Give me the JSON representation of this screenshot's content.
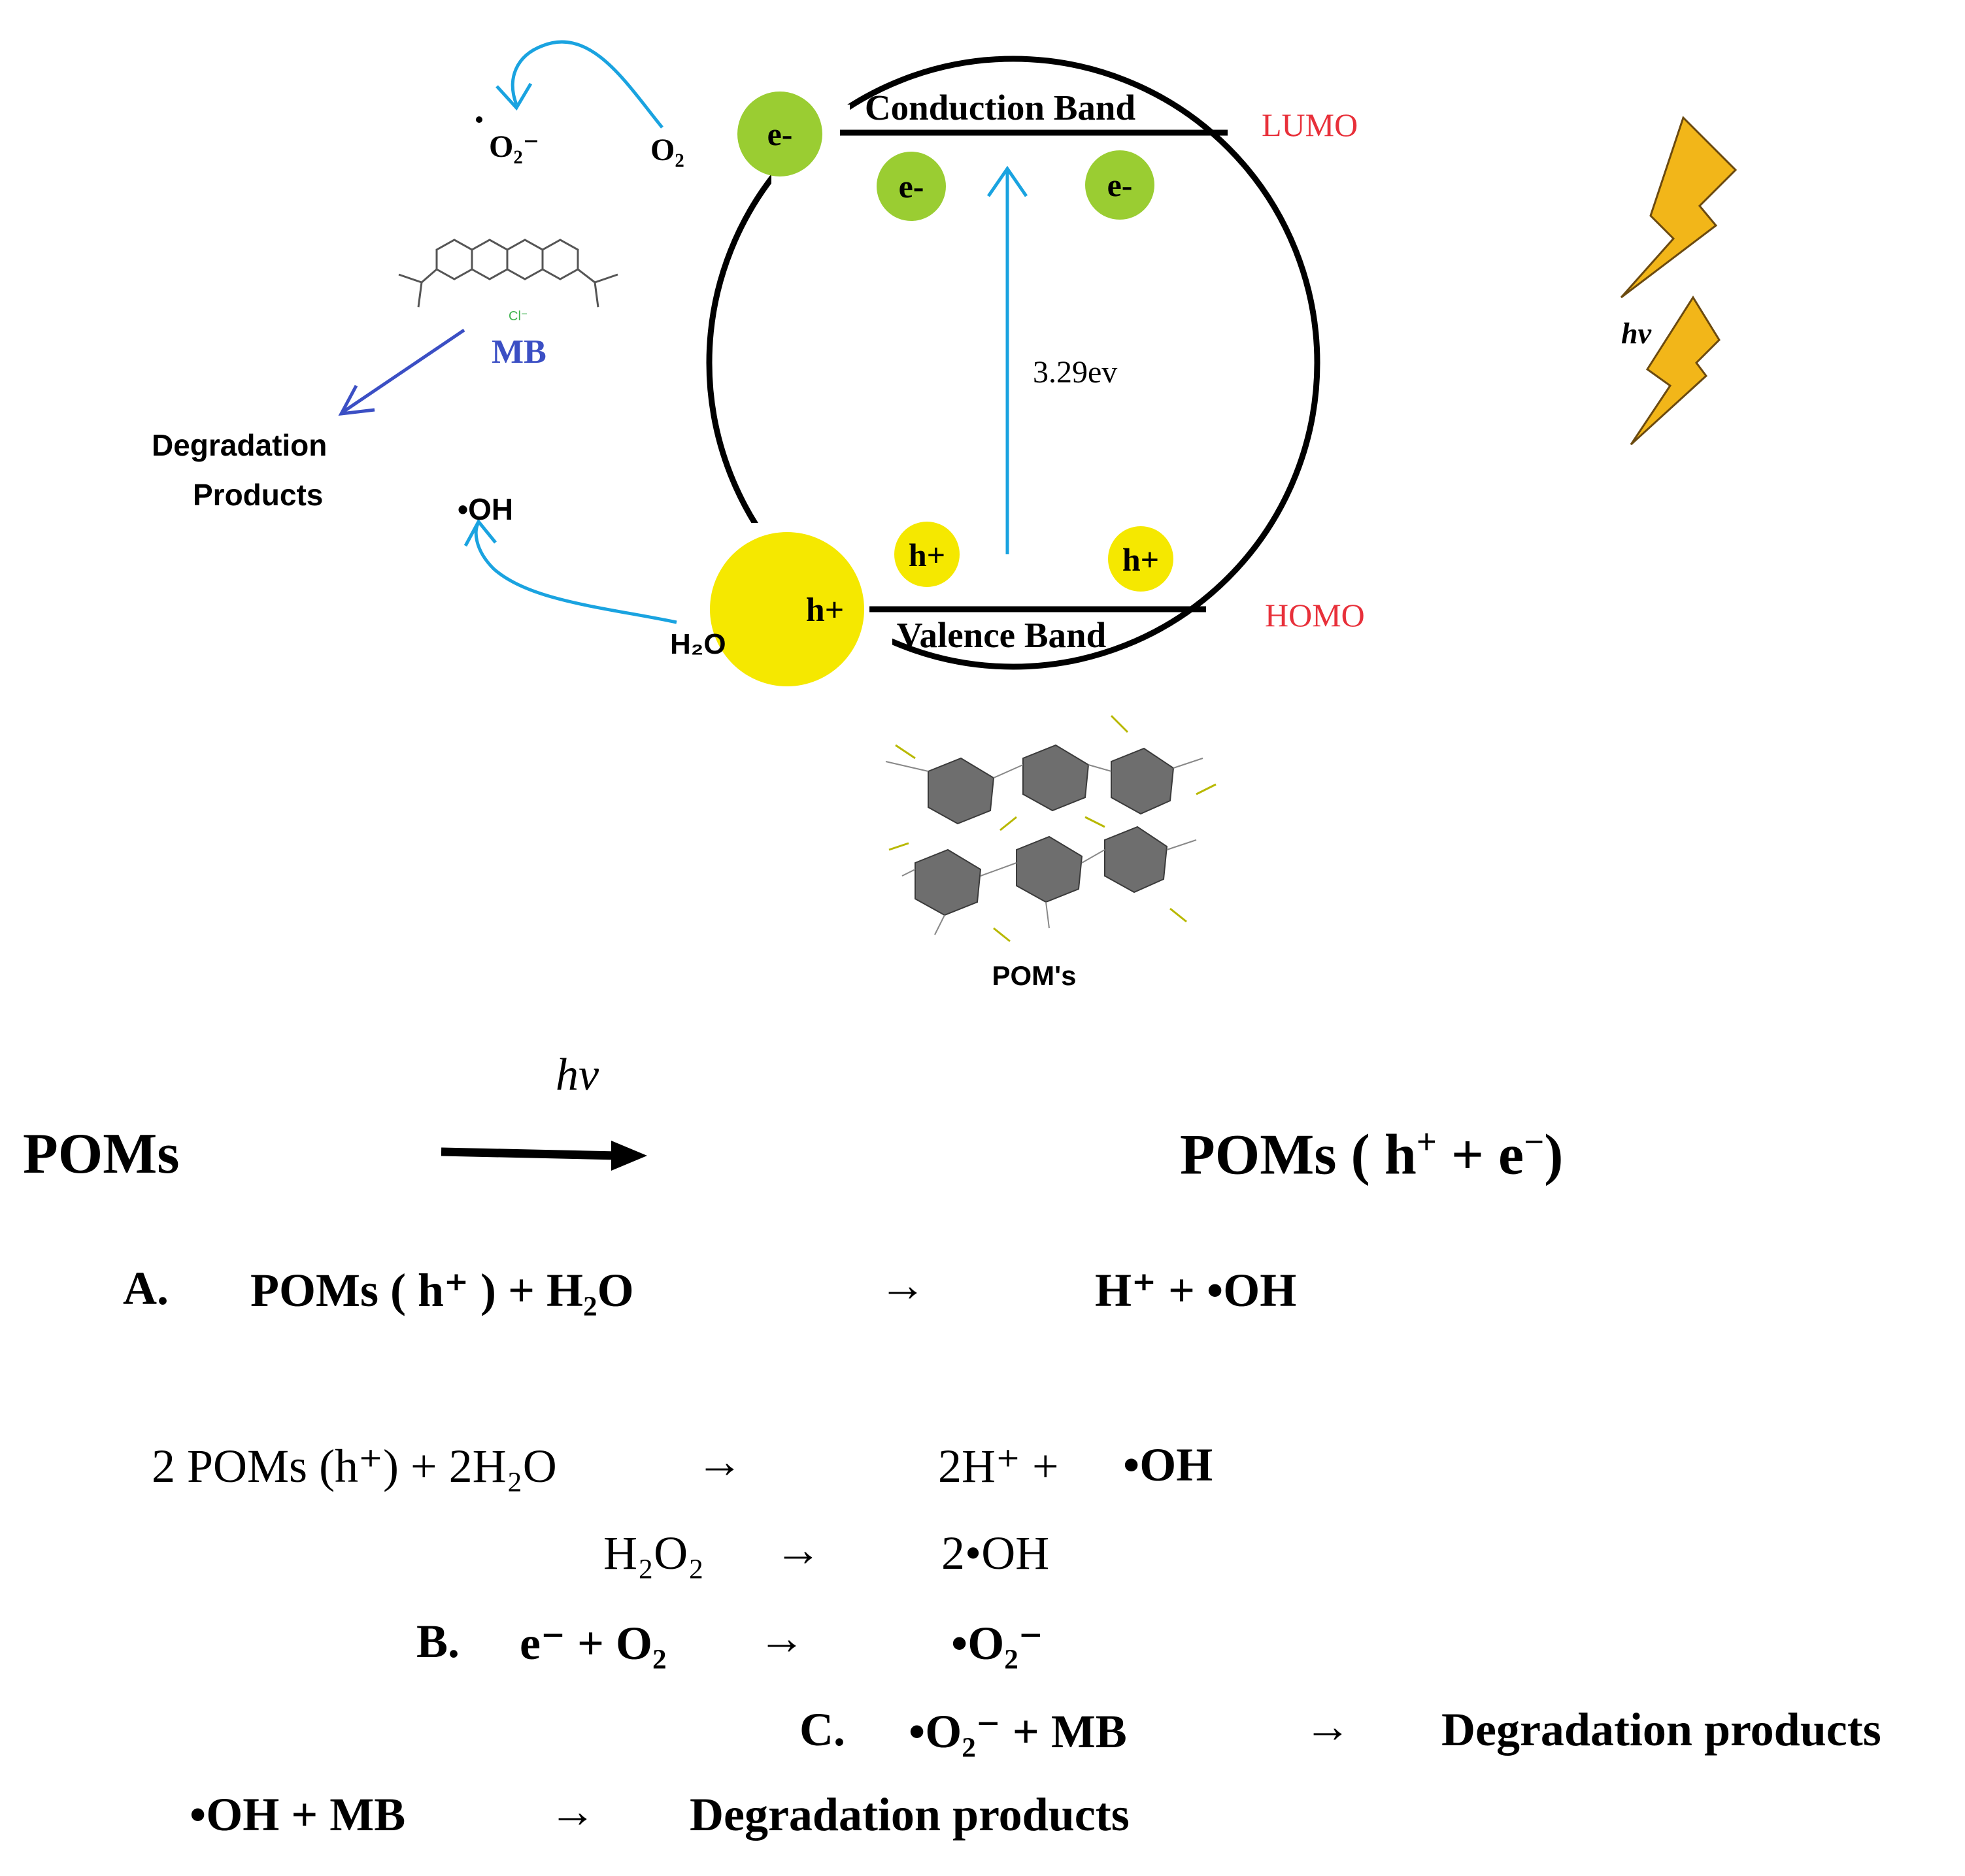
{
  "diagram": {
    "conduction_band": "Conduction Band",
    "valence_band": "Valence Band",
    "lumo": "LUMO",
    "homo": "HOMO",
    "gap": "3.29ev",
    "electron": "e-",
    "hole": "h+",
    "o2": "O₂",
    "superoxide": "O₂⁻",
    "mb": "MB",
    "degradation_line1": "Degradation",
    "degradation_line2": "Products",
    "hydroxyl": "•OH",
    "water": "H₂O",
    "hv": "hv",
    "poms_label": "POM's",
    "chloride": "Cl⁻",
    "colors": {
      "electron": "#9acd32",
      "hole": "#f5e800",
      "arrow_blue": "#1aa3e0",
      "arrow_mb": "#3b4fc4",
      "lumo_homo": "#e8303a",
      "lightning": "#f2b619"
    }
  },
  "equations": {
    "main_left": "POMs",
    "main_hv": "hv",
    "main_right_a": "POMs ( h",
    "main_right_sup": "+",
    "main_right_b": " + e",
    "main_right_sup2": "−",
    "main_right_c": ")",
    "a_label": "A.",
    "a_left": "POMs ( h⁺ ) + H₂O",
    "a_arrow": "→",
    "a_right": "H⁺ +    •OH",
    "l2_left": "2 POMs (h⁺) + 2H₂O",
    "l2_arrow": "→",
    "l2_right_a": "2H⁺ +",
    "l2_right_b": "•OH",
    "l3_left": "H₂O₂",
    "l3_arrow": "→",
    "l3_right": "2•OH",
    "b_label": "B.",
    "b_left": "e⁻  + O₂",
    "b_arrow": "→",
    "b_right": "•O₂⁻",
    "c_label": "C.",
    "c_left": "•O₂⁻   + MB",
    "c_arrow": "→",
    "c_right": "Degradation products",
    "d_left": "•OH + MB",
    "d_arrow": "→",
    "d_right": "Degradation products"
  }
}
